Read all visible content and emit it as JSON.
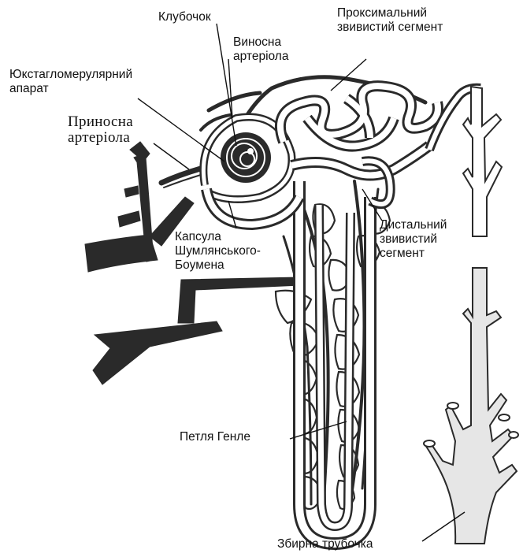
{
  "labels": {
    "glomerulus": "Клубочок",
    "proximal": [
      "Проксимальний",
      "звивистий сегмент"
    ],
    "efferent": [
      "Виносна",
      "артеріола"
    ],
    "juxtaglomerular": [
      "Юкстагломерулярний",
      "апарат"
    ],
    "afferent": [
      "Приносна",
      "артеріола"
    ],
    "capsule": [
      "Капсула",
      "Шумлянського-",
      "Боумена"
    ],
    "distal": [
      "Дистальний",
      "звивистий",
      "сегмент"
    ],
    "henle": "Петля Генле",
    "collecting": "Збирна трубочка"
  },
  "colors": {
    "ink": "#111111",
    "vessel": "#2a2a2a",
    "tubule_fill": "#ffffff",
    "duct_fill": "#e6e6e6"
  }
}
